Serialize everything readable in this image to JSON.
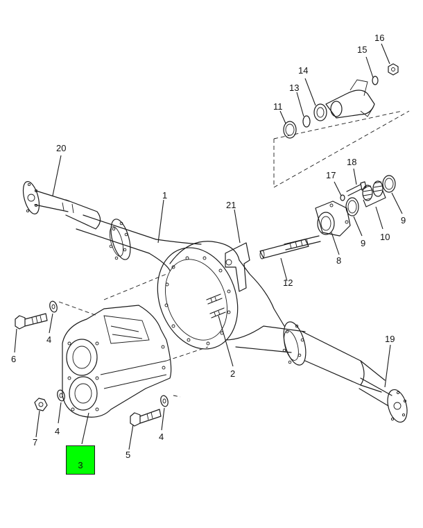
{
  "callouts": {
    "c1": "1",
    "c2": "2",
    "c3": "3",
    "c4a": "4",
    "c4b": "4",
    "c4c": "4",
    "c5": "5",
    "c6": "6",
    "c7": "7",
    "c8": "8",
    "c9a": "9",
    "c9b": "9",
    "c10": "10",
    "c11": "11",
    "c12": "12",
    "c13": "13",
    "c14": "14",
    "c15": "15",
    "c16": "16",
    "c17": "17",
    "c18": "18",
    "c19": "19",
    "c20": "20",
    "c21": "21"
  },
  "highlight": {
    "label": "3",
    "color": "#00ff00"
  }
}
